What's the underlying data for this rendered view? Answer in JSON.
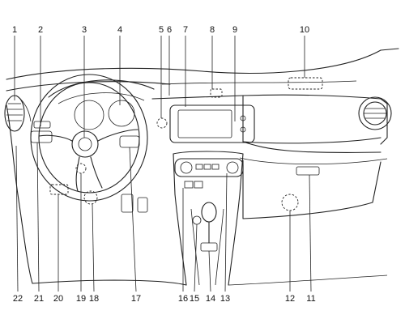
{
  "callouts_top": [
    "1",
    "2",
    "3",
    "4",
    "5",
    "6",
    "7",
    "8",
    "9",
    "10"
  ],
  "callouts_bottom": [
    "22",
    "21",
    "20",
    "19",
    "18",
    "17",
    "16",
    "15",
    "14",
    "13",
    "12",
    "11"
  ],
  "icons": [
    "dashboard-line-art",
    "steering-wheel",
    "infotainment-screen",
    "air-vent",
    "glove-box",
    "gear-shifter"
  ]
}
